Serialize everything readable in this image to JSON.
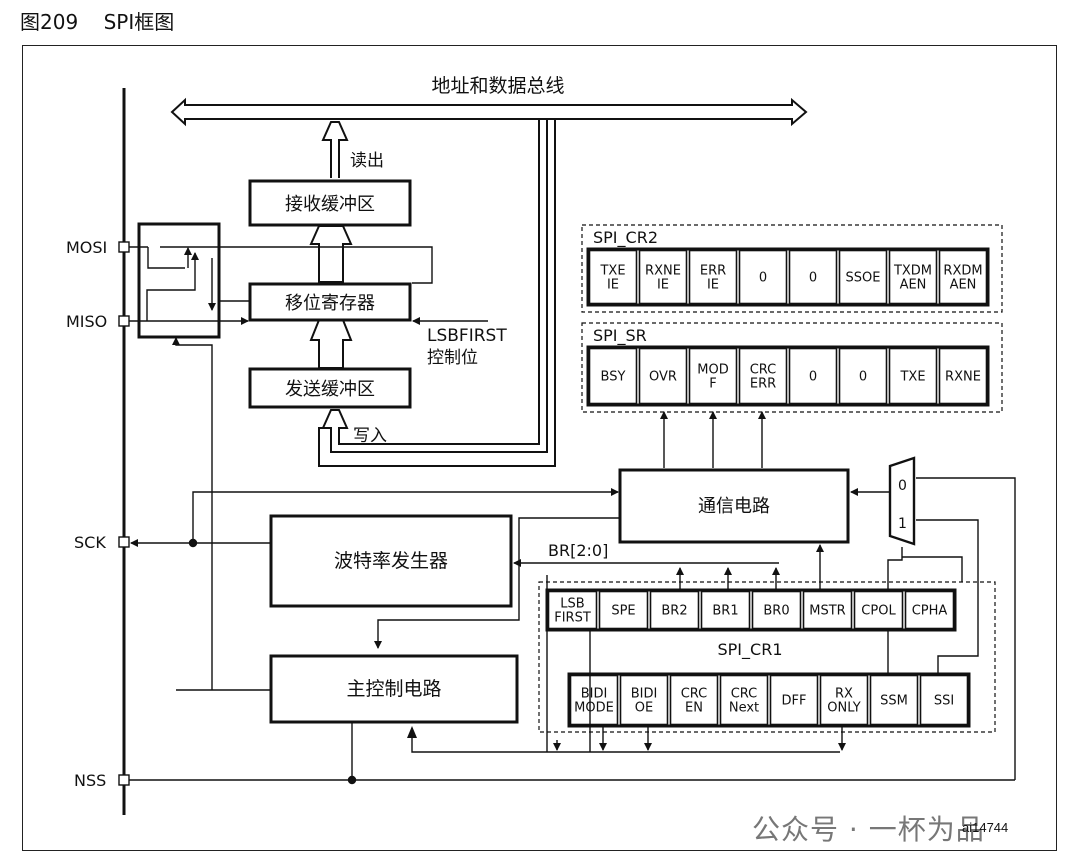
{
  "figure_title": "图209    SPI框图",
  "bus_label": "地址和数据总线",
  "pins": {
    "mosi": "MOSI",
    "miso": "MISO",
    "sck": "SCK",
    "nss": "NSS"
  },
  "blocks": {
    "rx_buffer": "接收缓冲区",
    "shift_reg": "移位寄存器",
    "tx_buffer": "发送缓冲区",
    "comm": "通信电路",
    "baud": "波特率发生器",
    "main_ctrl": "主控制电路"
  },
  "labels": {
    "read_out": "读出",
    "write_in": "写入",
    "lsbfirst_1": "LSBFIRST",
    "lsbfirst_2": "控制位",
    "br_bits": "BR[2:0]",
    "mux_0": "0",
    "mux_1": "1"
  },
  "registers": {
    "cr2": {
      "name": "SPI_CR2",
      "fields": [
        [
          "TXE",
          "IE"
        ],
        [
          "RXNE",
          "IE"
        ],
        [
          "ERR",
          "IE"
        ],
        [
          "0"
        ],
        [
          "0"
        ],
        [
          "SSOE"
        ],
        [
          "TXDM",
          "AEN"
        ],
        [
          "RXDM",
          "AEN"
        ]
      ]
    },
    "sr": {
      "name": "SPI_SR",
      "fields": [
        [
          "BSY"
        ],
        [
          "OVR"
        ],
        [
          "MOD",
          "F"
        ],
        [
          "CRC",
          "ERR"
        ],
        [
          "0"
        ],
        [
          "0"
        ],
        [
          "TXE"
        ],
        [
          "RXNE"
        ]
      ]
    },
    "cr1": {
      "name": "SPI_CR1",
      "row1": [
        [
          "LSB",
          "FIRST"
        ],
        [
          "SPE"
        ],
        [
          "BR2"
        ],
        [
          "BR1"
        ],
        [
          "BR0"
        ],
        [
          "MSTR"
        ],
        [
          "CPOL"
        ],
        [
          "CPHA"
        ]
      ],
      "row2": [
        [
          "BIDI",
          "MODE"
        ],
        [
          "BIDI",
          "OE"
        ],
        [
          "CRC",
          "EN"
        ],
        [
          "CRC",
          "Next"
        ],
        [
          "DFF"
        ],
        [
          "RX",
          "ONLY"
        ],
        [
          "SSM"
        ],
        [
          "SSI"
        ]
      ]
    }
  },
  "watermark": "公众号 · 一杯为品",
  "doc_id": "ai14744"
}
